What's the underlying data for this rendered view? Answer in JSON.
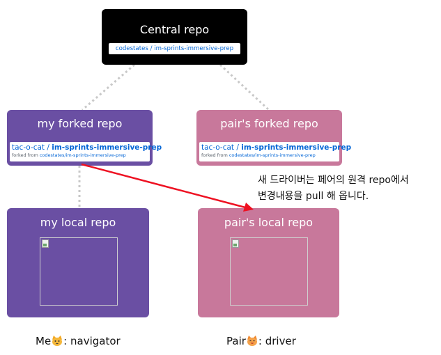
{
  "central": {
    "title": "Central repo",
    "repo_link": "codestates / im-sprints-immersive-prep"
  },
  "my_forked": {
    "title": "my forked repo",
    "owner": "tac-o-cat",
    "repo": "im-sprints-immersive-prep",
    "forked_prefix": "forked from ",
    "forked_source": "codestates/im-sprints-immersive-prep"
  },
  "pair_forked": {
    "title": "pair's forked repo",
    "owner": "tac-o-cat",
    "repo": "im-sprints-immersive-prep",
    "forked_prefix": "forked from ",
    "forked_source": "codestates/im-sprints-immersive-prep"
  },
  "my_local": {
    "title": "my local repo"
  },
  "pair_local": {
    "title": "pair's local repo"
  },
  "annotation": {
    "line1": "새 드라이버는 페어의 원격 repo에서",
    "line2": "변경내용을 pull 해 옵니다."
  },
  "captions": {
    "me_prefix": "Me",
    "me_role": ": navigator",
    "pair_prefix": "Pair",
    "pair_role": ": driver"
  },
  "colors": {
    "central_bg": "#000000",
    "mine_bg": "#6a4fa3",
    "pair_bg": "#c8789b",
    "arrow": "#ee1122",
    "link": "#0366d6"
  }
}
